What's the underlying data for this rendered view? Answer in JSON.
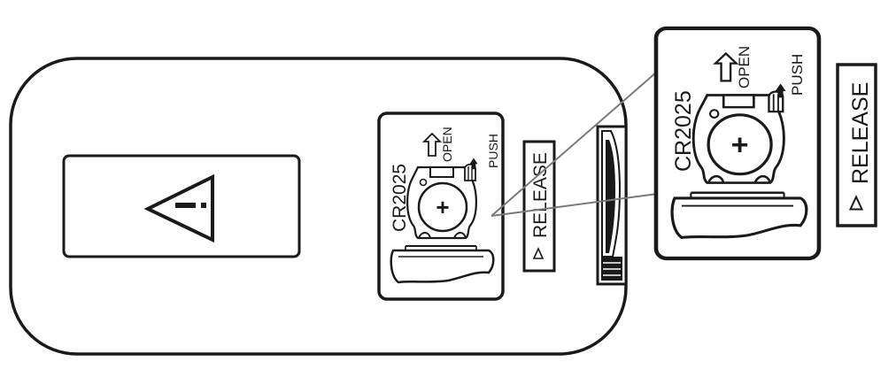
{
  "battery_type": "CR2025",
  "open_label": "OPEN",
  "push_label": "PUSH",
  "release_label": "RELEASE",
  "plus_label": "+",
  "warning_symbol": "!",
  "colors": {
    "ink": "#1a1a1a",
    "leader_line": "#7a7a7a",
    "background": "#ffffff"
  }
}
